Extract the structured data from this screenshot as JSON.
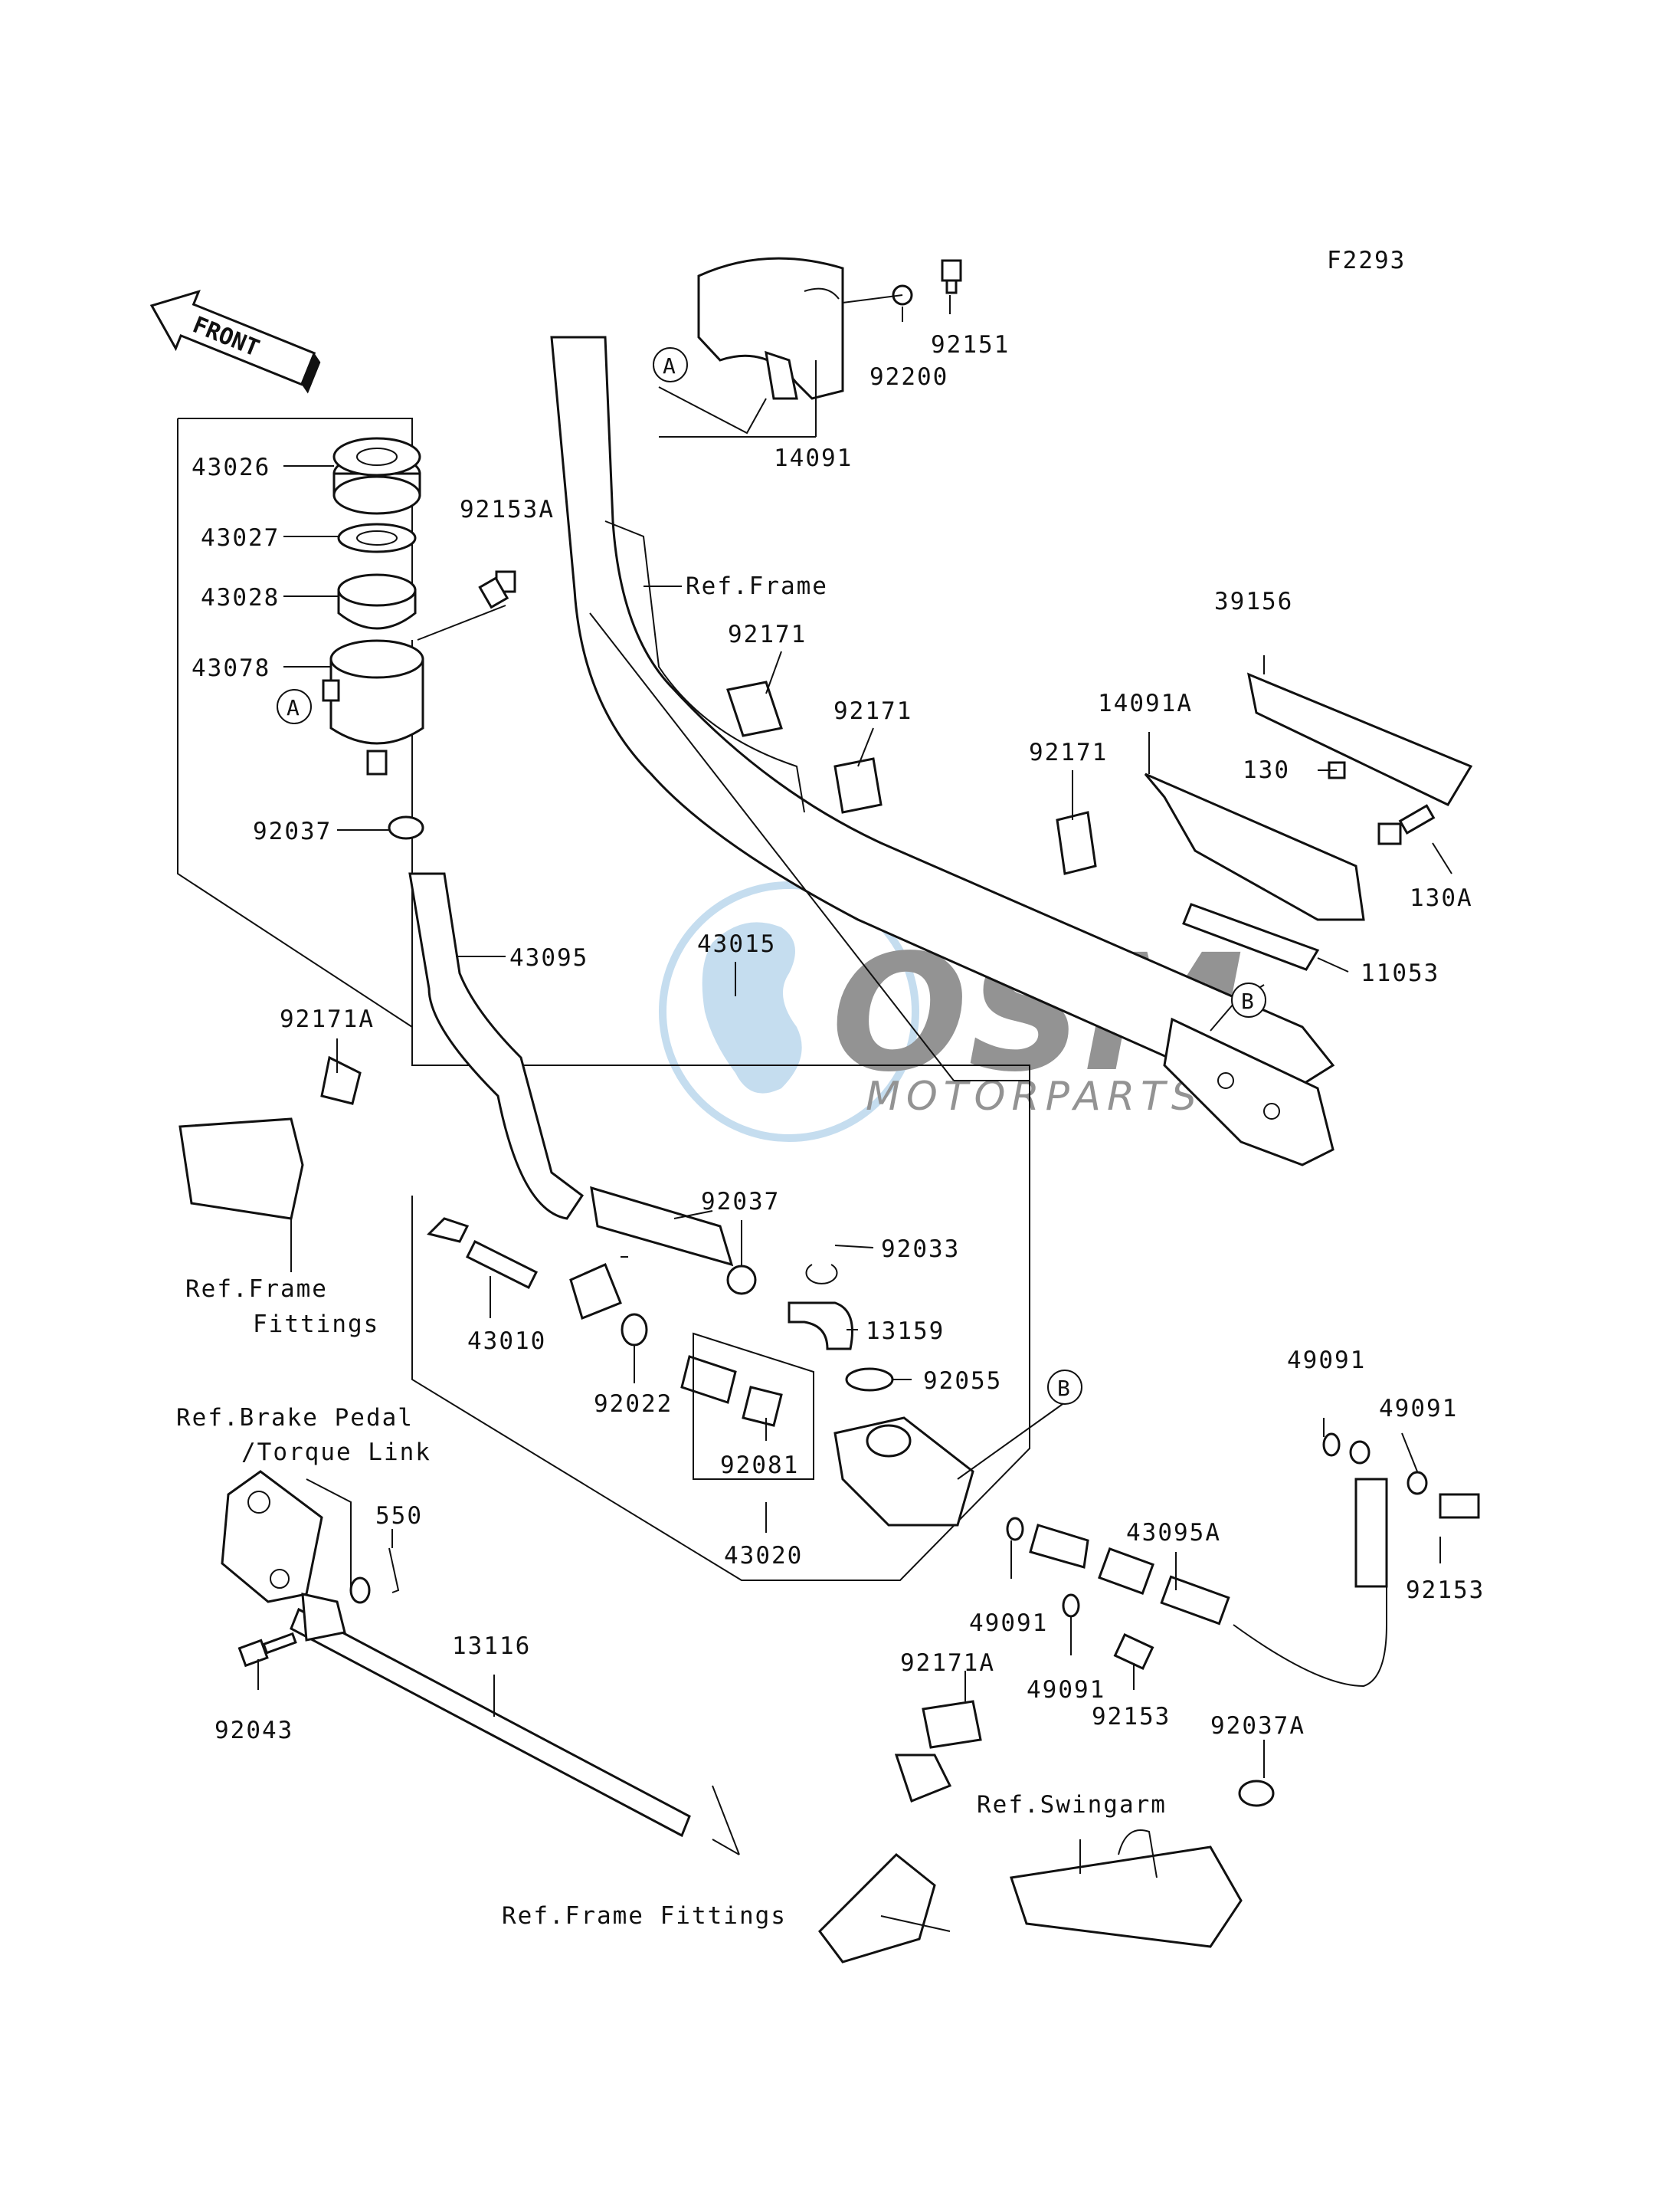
{
  "diagram_code": "F2293",
  "front_arrow_label": "FRONT",
  "circle_markers": [
    "A",
    "A",
    "B",
    "B"
  ],
  "watermark": {
    "brand": "OSM",
    "sub": "MOTORPARTS",
    "color": "#7fb4dc"
  },
  "part_labels": [
    "14091",
    "92200",
    "92151",
    "43026",
    "43027",
    "43028",
    "43078",
    "92153A",
    "92171",
    "92171",
    "92171",
    "39156",
    "14091A",
    "130",
    "130A",
    "11053",
    "92037",
    "43095",
    "43015",
    "92171A",
    "92037",
    "92033",
    "13159",
    "92055",
    "43010",
    "92022",
    "92081",
    "43020",
    "49091",
    "49091",
    "49091",
    "49091",
    "43095A",
    "92153",
    "92153",
    "550",
    "92043",
    "13116",
    "92171A",
    "92037A"
  ],
  "refs": {
    "frame": "Ref.Frame",
    "frame_fittings_1": "Ref.Frame",
    "frame_fittings_2": "Fittings",
    "brake_pedal_1": "Ref.Brake Pedal",
    "brake_pedal_2": "/Torque Link",
    "frame_fittings_bottom": "Ref.Frame Fittings",
    "swingarm": "Ref.Swingarm"
  }
}
